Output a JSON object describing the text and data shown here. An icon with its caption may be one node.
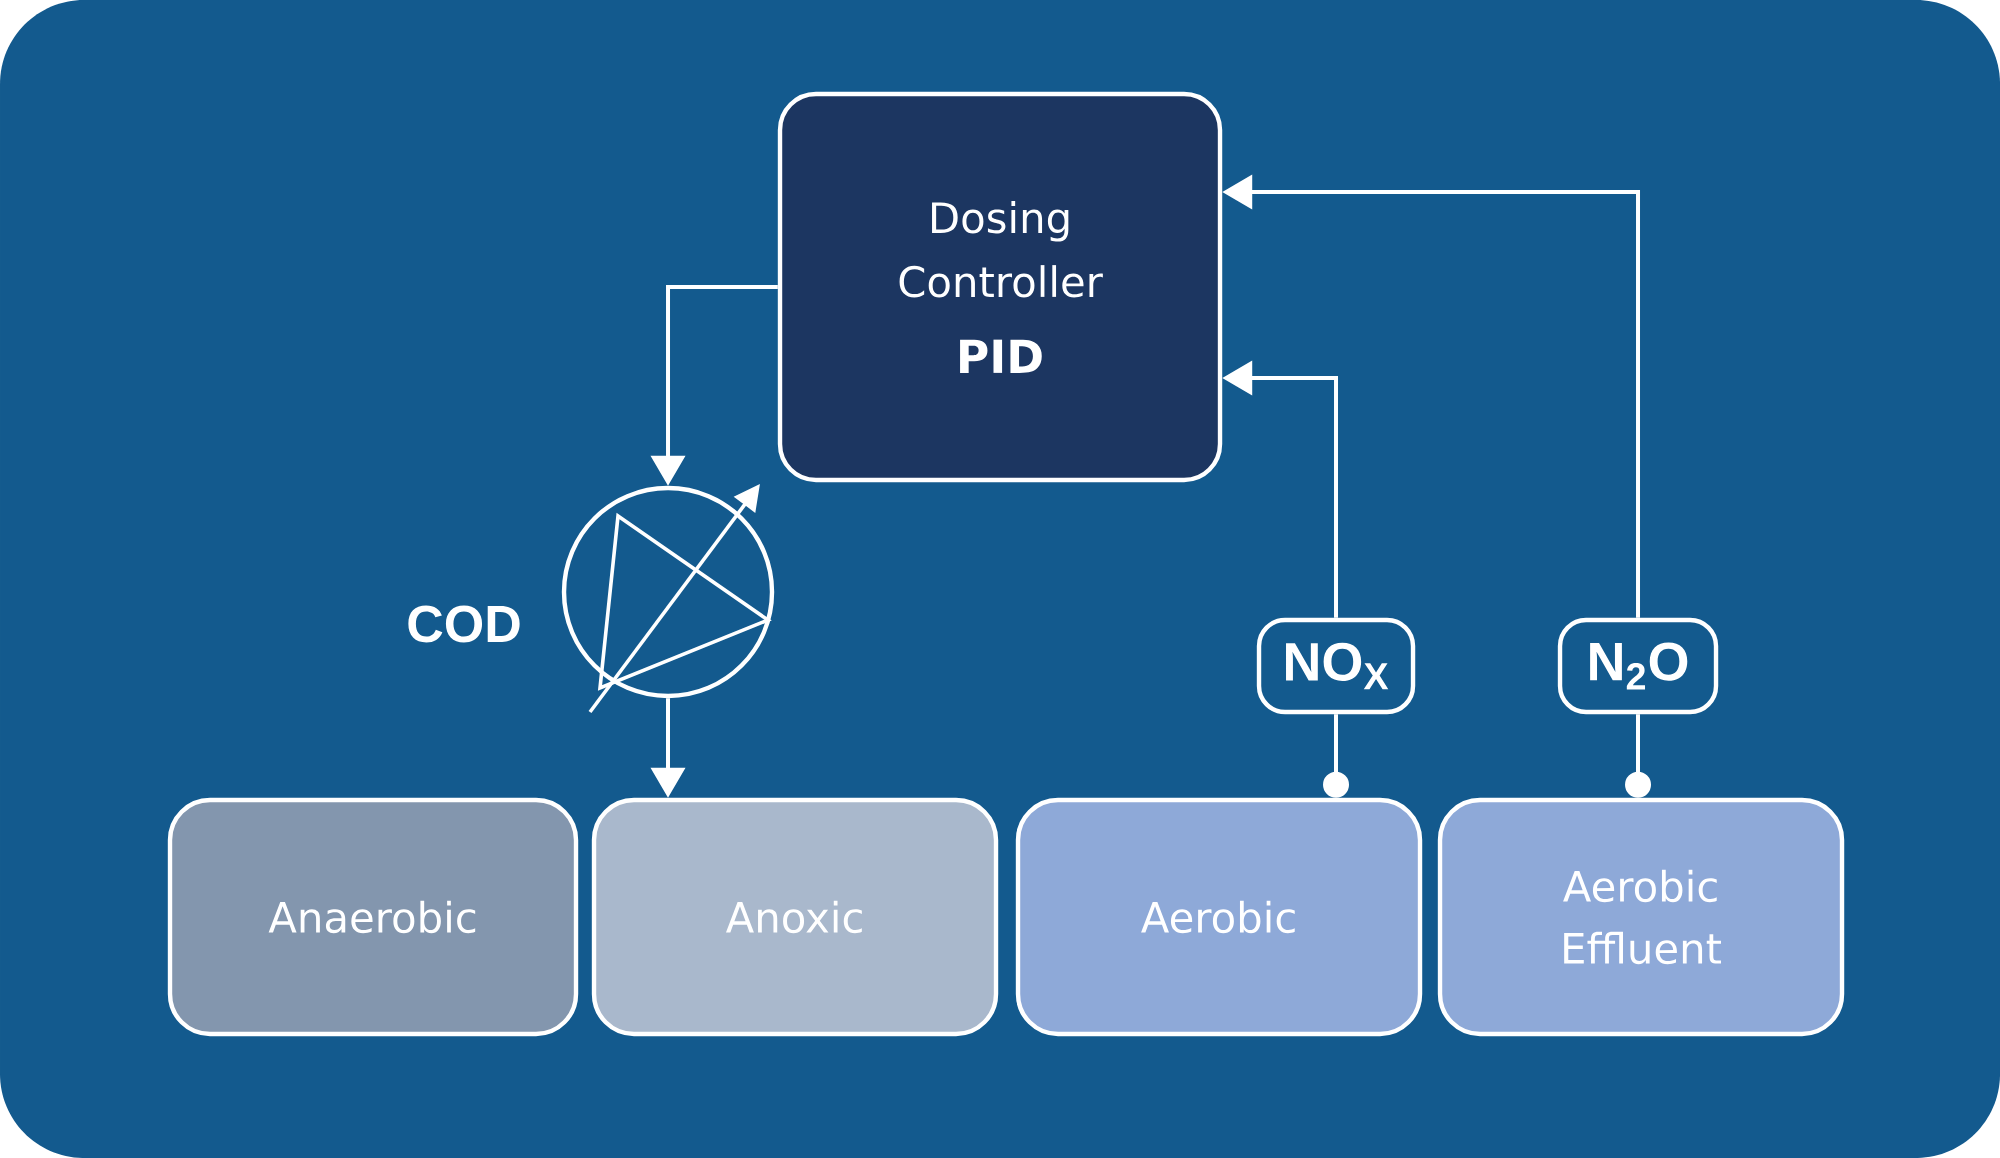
{
  "diagram": {
    "nodes": [
      {
        "text": [
          "Dosing Controller",
          "PID"
        ]
      },
      {
        "text": [],
        "shape": "circle",
        "beside": [
          "COD"
        ]
      },
      {
        "text": [
          "Anaerobic"
        ]
      },
      {
        "text": [
          "Anoxic"
        ]
      },
      {
        "text": [
          "Aerobic"
        ]
      },
      {
        "text": [
          "Aerobic Effluent"
        ]
      },
      {
        "text": [
          "NO$_{X}$"
        ]
      },
      {
        "text": [
          "N$_{2}$O"
        ]
      }
    ],
    "edges": [
      {
        "from": 0,
        "to": 1,
        "arrow": "to"
      },
      {
        "from": 1,
        "to": 3,
        "arrow": "to"
      },
      {
        "from": 4,
        "to": 6,
        "arrow": "other"
      },
      {
        "from": 6,
        "to": 0,
        "arrow": "to"
      },
      {
        "from": 5,
        "to": 7,
        "arrow": "other"
      },
      {
        "from": 7,
        "to": 0,
        "arrow": "to"
      }
    ]
  }
}
